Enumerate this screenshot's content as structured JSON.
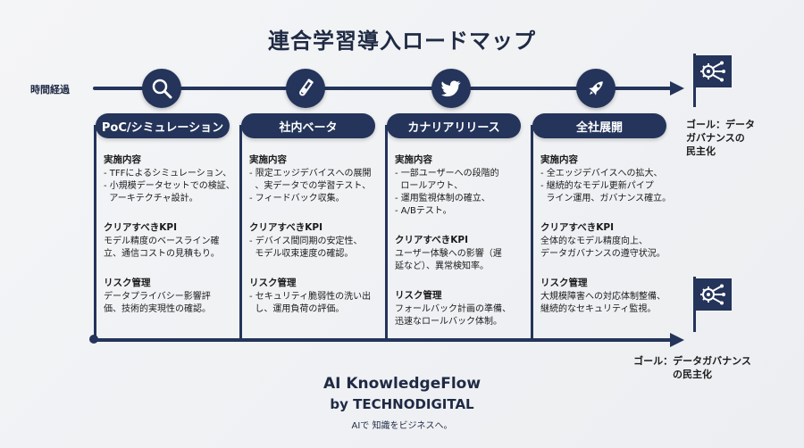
{
  "title": "連合学習導入ロードマップ",
  "time_axis_label": "時間経過",
  "phases": [
    {
      "label": "PoC/シミュレーション",
      "icon": "magnifier-icon",
      "sections": [
        {
          "heading": "実施内容",
          "lines": [
            "- TFFによるシミュレーション、",
            "- 小規模データセットでの検証、",
            "  アーキテクチャ設計。"
          ]
        },
        {
          "heading": "クリアすべきKPI",
          "lines": [
            "モデル精度のベースライン確",
            "立、通信コストの見積もり。"
          ]
        },
        {
          "heading": "リスク管理",
          "lines": [
            "データプライバシー影響評",
            "価、技術的実現性の確認。"
          ]
        }
      ]
    },
    {
      "label": "社内ベータ",
      "icon": "test-tube-icon",
      "sections": [
        {
          "heading": "実施内容",
          "lines": [
            "- 限定エッジデバイスへの展開",
            "  、実データでの学習テスト、",
            "- フィードバック収集。"
          ]
        },
        {
          "heading": "クリアすべきKPI",
          "lines": [
            "- デバイス間同期の安定性、",
            "  モデル収束速度の確認。"
          ]
        },
        {
          "heading": "リスク管理",
          "lines": [
            "- セキュリティ脆弱性の洗い出",
            "  し、運用負荷の評価。"
          ]
        }
      ]
    },
    {
      "label": "カナリアリリース",
      "icon": "bird-icon",
      "sections": [
        {
          "heading": "実施内容",
          "lines": [
            "- 一部ユーザーへの段階的",
            "  ロールアウト、",
            "- 運用監視体制の確立、",
            "- A/Bテスト。"
          ]
        },
        {
          "heading": "クリアすべきKPI",
          "lines": [
            "ユーザー体験への影響（遅",
            "延など）、異常検知率。"
          ]
        },
        {
          "heading": "リスク管理",
          "lines": [
            "フォールバック計画の準備、",
            "迅速なロールバック体制。"
          ]
        }
      ]
    },
    {
      "label": "全社展開",
      "icon": "rocket-icon",
      "sections": [
        {
          "heading": "実施内容",
          "lines": [
            "- 全エッジデバイスへの拡大、",
            "- 継続的なモデル更新パイプ",
            "  ライン運用、ガバナンス確立。"
          ]
        },
        {
          "heading": "クリアすべきKPI",
          "lines": [
            "全体的なモデル精度向上、",
            "データガバナンスの遵守状況。"
          ]
        },
        {
          "heading": "リスク管理",
          "lines": [
            "大規模障害への対応体制整備、",
            "継続的なセキュリティ監視。"
          ]
        }
      ]
    }
  ],
  "goal_top": [
    "ゴール：データ",
    "ガバナンスの",
    "民主化"
  ],
  "goal_bottom": [
    "ゴール：データガバナンス",
    "の民主化"
  ],
  "footer": {
    "brand": "AI KnowledgeFlow",
    "by": "by TECHNODIGITAL",
    "tagline": "AIで 知識をビジネスへ。"
  },
  "colors": {
    "navy": "#24345a",
    "background": "#eef0f3"
  }
}
